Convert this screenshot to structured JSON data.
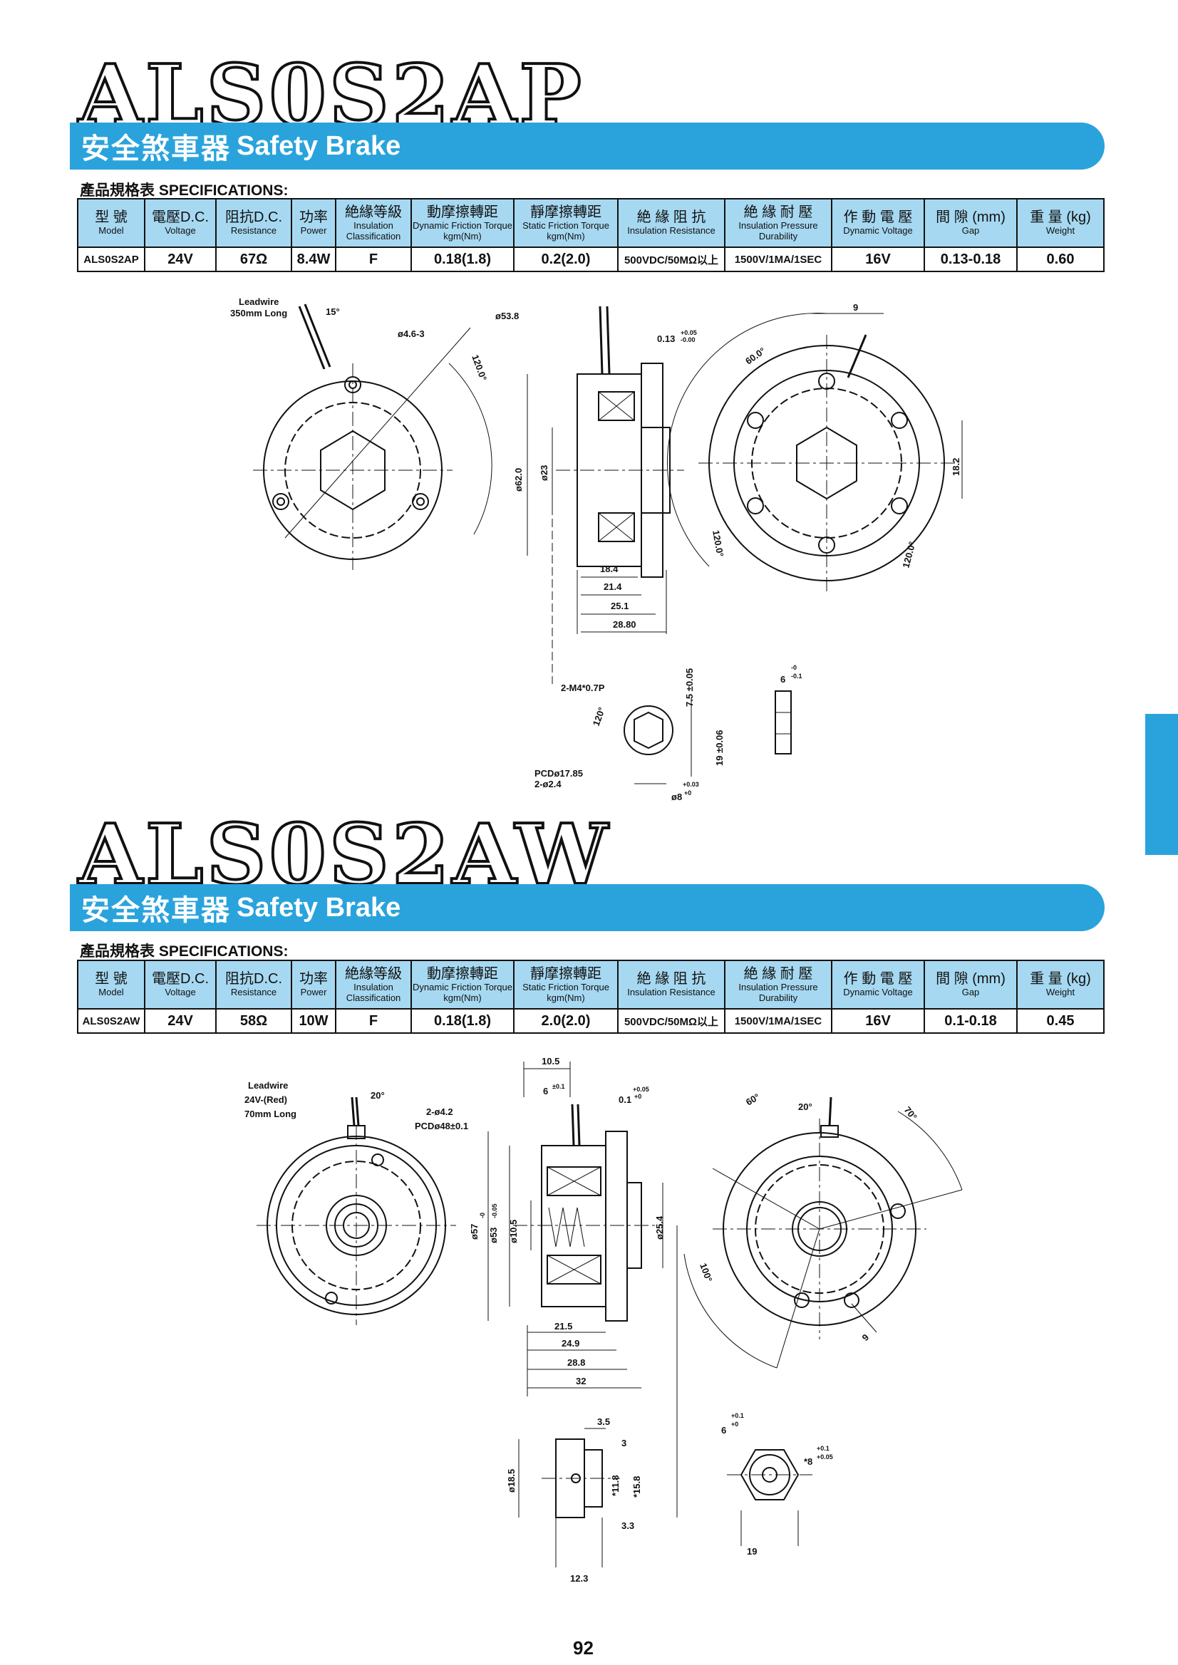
{
  "sections": [
    {
      "model_title": "ALS0S2AP",
      "banner_zh": "安全煞車器",
      "banner_en": "Safety Brake",
      "spec_heading": "產品規格表 SPECIFICATIONS:",
      "columns": [
        {
          "zh": "型 號",
          "en": "Model"
        },
        {
          "zh": "電壓D.C.",
          "en": "Voltage"
        },
        {
          "zh": "阻抗D.C.",
          "en": "Resistance"
        },
        {
          "zh": "功率",
          "en": "Power"
        },
        {
          "zh": "絶緣等級",
          "en": "Insulation Classification"
        },
        {
          "zh": "動摩擦轉距",
          "en": "Dynamic Friction Torque kgm(Nm)"
        },
        {
          "zh": "靜摩擦轉距",
          "en": "Static Friction Torque kgm(Nm)"
        },
        {
          "zh": "絶 緣 阻 抗",
          "en": "Insulation Resistance"
        },
        {
          "zh": "絶 緣 耐 壓",
          "en": "Insulation Pressure Durability"
        },
        {
          "zh": "作 動 電 壓",
          "en": "Dynamic Voltage"
        },
        {
          "zh": "間 隙 (mm)",
          "en": "Gap"
        },
        {
          "zh": "重 量 (kg)",
          "en": "Weight"
        }
      ],
      "row": [
        "ALS0S2AP",
        "24V",
        "67Ω",
        "8.4W",
        "F",
        "0.18(1.8)",
        "0.2(2.0)",
        "500VDC/50MΩ以上",
        "1500V/1MA/1SEC",
        "16V",
        "0.13-0.18",
        "0.60"
      ],
      "dims": {
        "leadwire": "Leadwire",
        "leadwire_len": "350mm Long",
        "ang15": "15°",
        "hole": "ø4.6-3",
        "dia538": "ø53.8",
        "ang120": "120.0°",
        "gap013": "0.13",
        "tol_p": "+0.05",
        "tol_0": "-0.00",
        "d620": "ø62.0",
        "d23": "ø23",
        "l184": "18.4",
        "l214": "21.4",
        "l251": "25.1",
        "l2880": "28.80",
        "w9": "9",
        "ang60": "60.0°",
        "h182": "18.2",
        "ang120b": "120.0°",
        "ang120c": "120.0°",
        "m4": "2-M4*0.7P",
        "ang120d": "120°",
        "h75": "7.5 ±0.05",
        "h19": "19 ±0.06",
        "pcd": "PCDø17.85",
        "holes": "2-ø2.4",
        "bore": "ø8",
        "bore_tol_p": "+0.03",
        "bore_tol_0": "+0",
        "w6": "6",
        "w6_tol_a": "-0",
        "w6_tol_b": "-0.1"
      }
    },
    {
      "model_title": "ALS0S2AW",
      "banner_zh": "安全煞車器",
      "banner_en": "Safety Brake",
      "spec_heading": "產品規格表 SPECIFICATIONS:",
      "columns": [
        {
          "zh": "型 號",
          "en": "Model"
        },
        {
          "zh": "電壓D.C.",
          "en": "Voltage"
        },
        {
          "zh": "阻抗D.C.",
          "en": "Resistance"
        },
        {
          "zh": "功率",
          "en": "Power"
        },
        {
          "zh": "絶緣等級",
          "en": "Insulation Classification"
        },
        {
          "zh": "動摩擦轉距",
          "en": "Dynamic Friction Torque kgm(Nm)"
        },
        {
          "zh": "靜摩擦轉距",
          "en": "Static Friction Torque kgm(Nm)"
        },
        {
          "zh": "絶 緣 阻 抗",
          "en": "Insulation Resistance"
        },
        {
          "zh": "絶 緣 耐 壓",
          "en": "Insulation Pressure Durability"
        },
        {
          "zh": "作 動 電 壓",
          "en": "Dynamic Voltage"
        },
        {
          "zh": "間 隙 (mm)",
          "en": "Gap"
        },
        {
          "zh": "重 量 (kg)",
          "en": "Weight"
        }
      ],
      "row": [
        "ALS0S2AW",
        "24V",
        "58Ω",
        "10W",
        "F",
        "0.18(1.8)",
        "2.0(2.0)",
        "500VDC/50MΩ以上",
        "1500V/1MA/1SEC",
        "16V",
        "0.1-0.18",
        "0.45"
      ],
      "dims": {
        "leadwire": "Leadwire",
        "leadwire_v": "24V-(Red)",
        "leadwire_len": "70mm Long",
        "ang20": "20°",
        "holes": "2-ø4.2",
        "pcd": "PCDø48±0.1",
        "l105": "10.5",
        "l6": "6",
        "l6_tol": "±0.1",
        "gap01": "0.1",
        "gap_tol_p": "+0.05",
        "gap_tol_0": "+0",
        "d57": "ø57",
        "d53": "ø53",
        "d53_tol_a": "-0",
        "d53_tol_b": "-0.05",
        "d105": "ø10.5",
        "d254": "ø25.4",
        "l215": "21.5",
        "l249": "24.9",
        "l288": "28.8",
        "l32": "32",
        "ang60": "60°",
        "ang20b": "20°",
        "ang70": "70°",
        "ang100": "100°",
        "w9": "9",
        "l35": "3.5",
        "l3": "3",
        "d185": "ø18.5",
        "l118": "*11.8",
        "l158": "*15.8",
        "l33": "3.3",
        "l123": "12.3",
        "w6": "6",
        "w6_tol_p": "+0.1",
        "w6_tol_0": "+0",
        "bore8": "*8",
        "bore_tol_p": "+0.1",
        "bore_tol_0": "+0.05",
        "w19": "19"
      }
    }
  ],
  "page_number": "92"
}
